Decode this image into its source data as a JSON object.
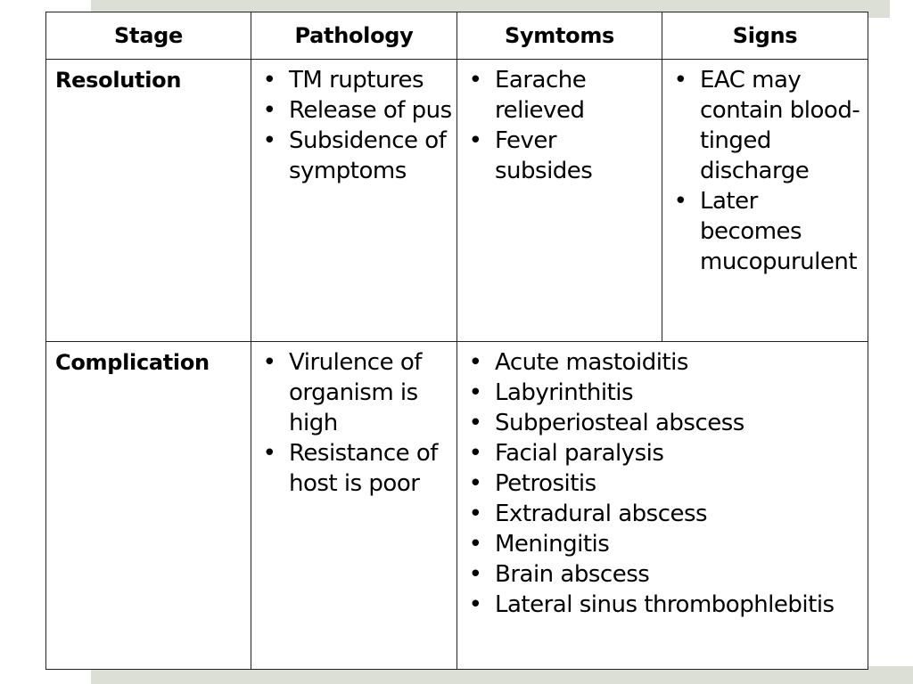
{
  "table": {
    "headers": [
      "Stage",
      "Pathology",
      "Symtoms",
      "Signs"
    ],
    "rows": [
      {
        "stage": "Resolution",
        "pathology": [
          "TM ruptures",
          "Release of pus",
          "Subsidence of symptoms"
        ],
        "symptoms": [
          "Earache relieved",
          "Fever subsides"
        ],
        "signs": [
          "EAC may contain blood-tinged discharge",
          "Later becomes mucopurulent"
        ]
      },
      {
        "stage": "Complication",
        "pathology": [
          "Virulence of organism is high",
          "Resistance of host is poor"
        ],
        "symptoms_and_signs": [
          "Acute mastoiditis",
          "Labyrinthitis",
          "Subperiosteal abscess",
          "Facial paralysis",
          "Petrositis",
          "Extradural abscess",
          "Meningitis",
          "Brain abscess",
          "Lateral sinus thrombophlebitis"
        ]
      }
    ]
  },
  "colors": {
    "border": "#222222",
    "accent_band": "#dcdfd5",
    "background": "#ffffff"
  }
}
